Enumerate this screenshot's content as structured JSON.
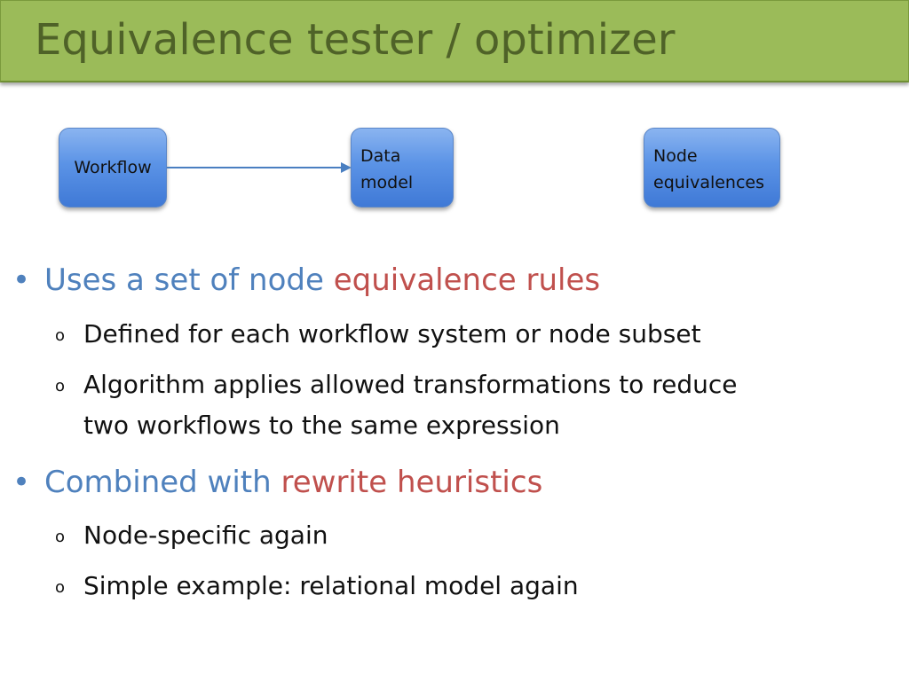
{
  "slide": {
    "title": "Equivalence tester / optimizer",
    "accent_color": "#9bbb59",
    "title_color": "#4f6228"
  },
  "diagram": {
    "nodes": [
      {
        "lines": [
          "Workflow"
        ]
      },
      {
        "lines": [
          "Data",
          "model"
        ]
      },
      {
        "lines": [
          "Node",
          "equivalences"
        ]
      }
    ],
    "edges": [
      {
        "from": "Workflow",
        "to": "Data model"
      }
    ],
    "node_color": "#5b93e6",
    "edge_color": "#4a7fc1"
  },
  "bullets": [
    {
      "text": "Uses a set of node ",
      "highlight": "equivalence rules",
      "subitems": [
        {
          "lines": [
            "Defined for each workflow system or node subset"
          ]
        },
        {
          "lines": [
            "Algorithm applies allowed transformations to reduce",
            "two workflows to the same expression"
          ]
        }
      ]
    },
    {
      "text": "Combined with ",
      "highlight": "rewrite heuristics",
      "subitems": [
        {
          "lines": [
            "Node-specific again"
          ]
        },
        {
          "lines": [
            "Simple example: relational model again"
          ]
        }
      ]
    }
  ],
  "colors": {
    "level1_text": "#4f81bd",
    "highlight": "#c0504d",
    "body_text": "#111111"
  }
}
